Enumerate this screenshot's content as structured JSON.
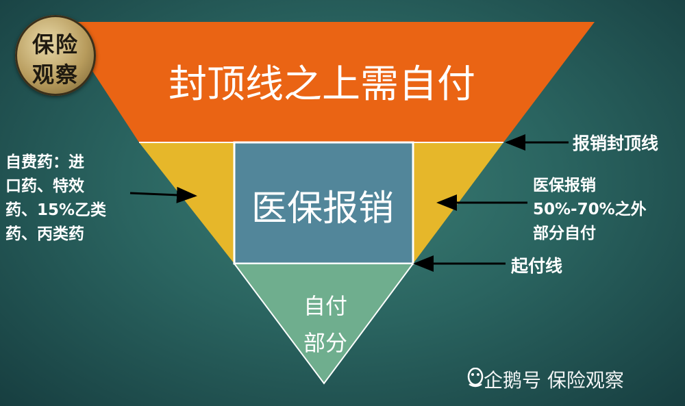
{
  "logo": {
    "line1": "保险",
    "line2": "观察"
  },
  "top_band": {
    "label": "封顶线之上需自付",
    "color": "#ea6414"
  },
  "middle_box": {
    "label": "医保报销",
    "color": "#52869a"
  },
  "side_band": {
    "color": "#e6b72a"
  },
  "bottom_triangle": {
    "line1": "自付",
    "line2": "部分",
    "color": "#6fae8e"
  },
  "annotations": {
    "left_note": [
      "自费药：进",
      "口药、特效",
      "药、15%乙类",
      "药、丙类药"
    ],
    "right_note": [
      "医保报销",
      "50%-70%之外",
      "部分自付"
    ],
    "cap_line": "报销封顶线",
    "start_line": "起付线"
  },
  "watermark": "企鹅号 保险观察"
}
